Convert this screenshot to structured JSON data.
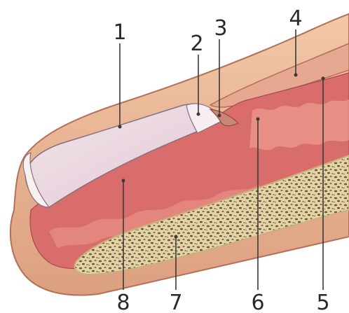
{
  "diagram": {
    "callouts": [
      {
        "id": "1",
        "label": "1"
      },
      {
        "id": "2",
        "label": "2"
      },
      {
        "id": "3",
        "label": "3"
      },
      {
        "id": "4",
        "label": "4"
      },
      {
        "id": "5",
        "label": "5"
      },
      {
        "id": "6",
        "label": "6"
      },
      {
        "id": "7",
        "label": "7"
      },
      {
        "id": "8",
        "label": "8"
      }
    ],
    "colors": {
      "background": "#ffffff",
      "skin": "#e9b48f",
      "skin_outline": "#b46f58",
      "nail_plate": "#ecd8e3",
      "nail_free_edge": "#f7f2f0",
      "dermis": "#d96d6b",
      "dermis_light": "#eb9a8d",
      "bone": "#e9d8a9",
      "bone_marrow": "#6e5a4a",
      "leader_line": "#3a3a3a"
    }
  }
}
